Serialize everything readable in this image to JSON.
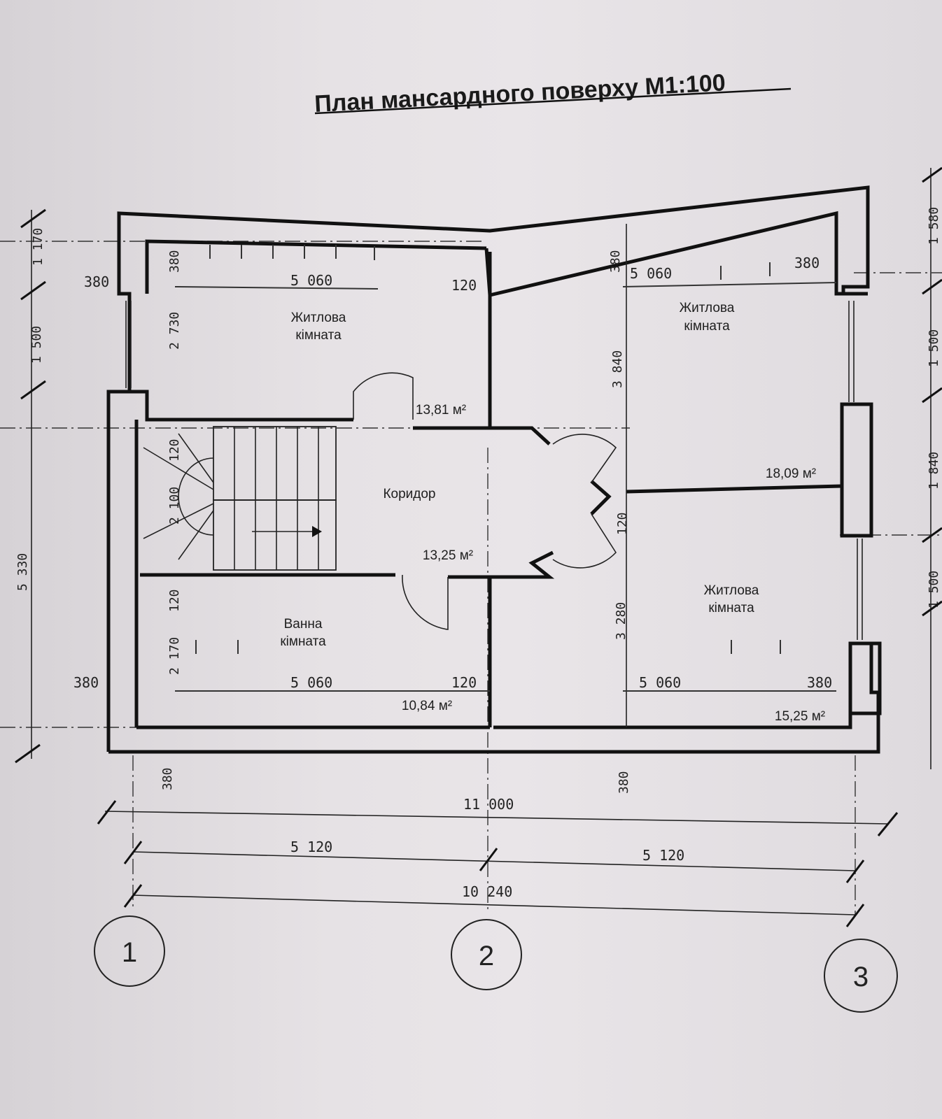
{
  "title": "План мансардного поверху  М1:100",
  "rooms": [
    {
      "name_line1": "Житлова",
      "name_line2": "кімната",
      "area": "13,81 м²"
    },
    {
      "name_line1": "Житлова",
      "name_line2": "кімната",
      "area": "18,09 м²"
    },
    {
      "name_line1": "Житлова",
      "name_line2": "кімната",
      "area": "15,25 м²"
    },
    {
      "name_line1": "Ванна",
      "name_line2": "кімната",
      "area": "10,84 м²"
    },
    {
      "name_line1": "Коридор",
      "name_line2": "",
      "area": "13,25 м²"
    }
  ],
  "dimensions": {
    "wall_380": "380",
    "wall_120": "120",
    "room_width_5060": "5 060",
    "height_2730": "2 730",
    "height_2100": "2 100",
    "height_2170": "2 170",
    "height_3840": "3 840",
    "height_3280": "3 280",
    "left_1170": "1 170",
    "left_1500": "1 500",
    "left_5330": "5 330",
    "right_1580": "1 580",
    "right_1500": "1 500",
    "right_1840": "1 840",
    "overall_11000": "11 000",
    "bay_5120": "5 120",
    "axis_10240": "10 240"
  },
  "axes": [
    "1",
    "2",
    "3"
  ]
}
